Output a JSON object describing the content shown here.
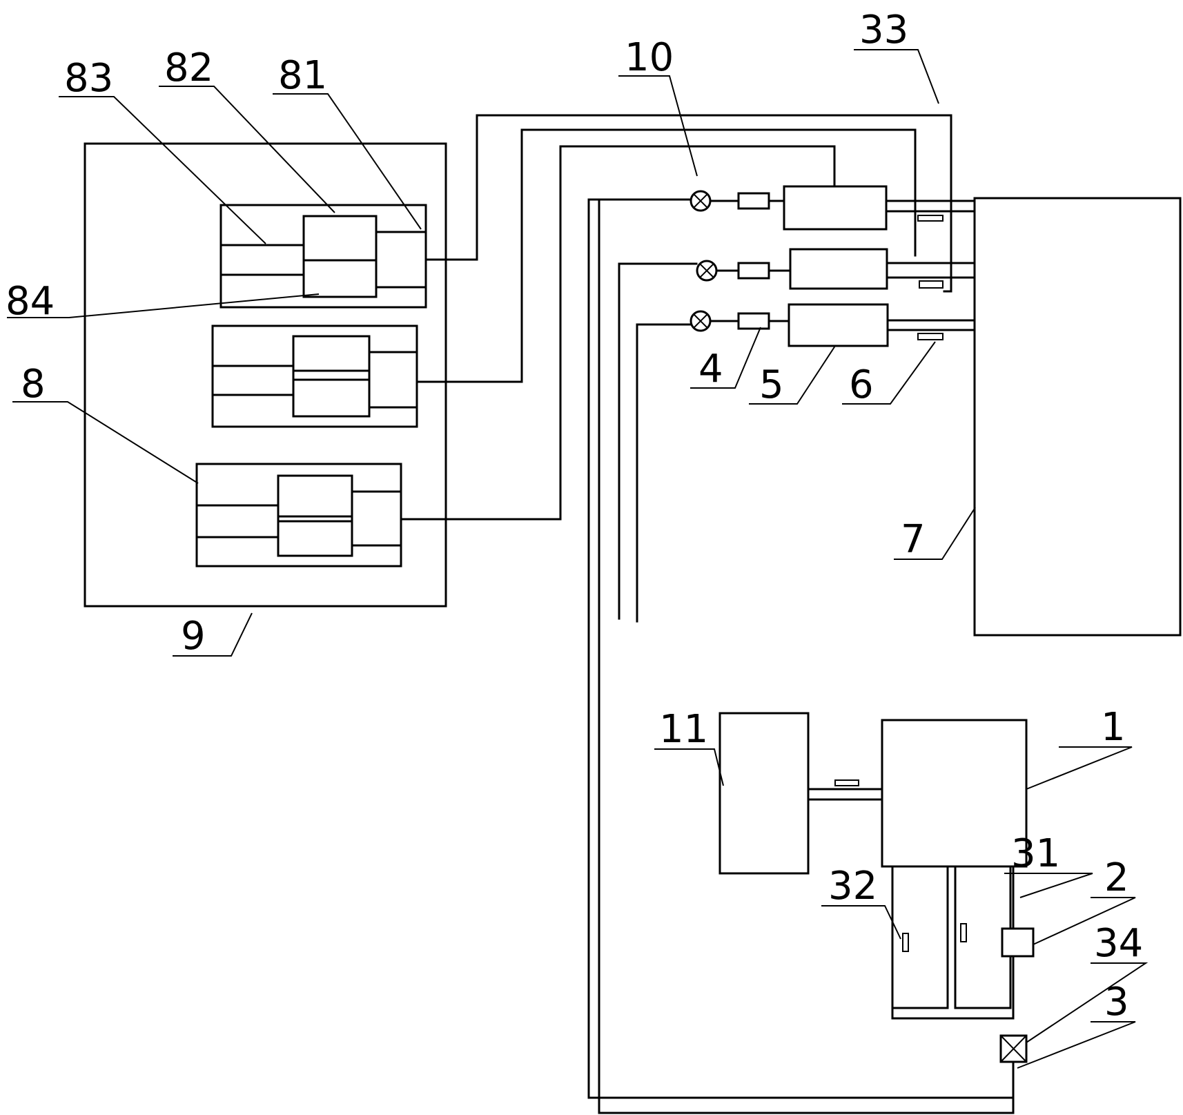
{
  "labels": {
    "l1": "1",
    "l2": "2",
    "l3": "3",
    "l4": "4",
    "l5": "5",
    "l6": "6",
    "l7": "7",
    "l8": "8",
    "l9": "9",
    "l10": "10",
    "l11": "11",
    "l31": "31",
    "l32": "32",
    "l33": "33",
    "l34": "34",
    "l81": "81",
    "l82": "82",
    "l83": "83",
    "l84": "84"
  }
}
